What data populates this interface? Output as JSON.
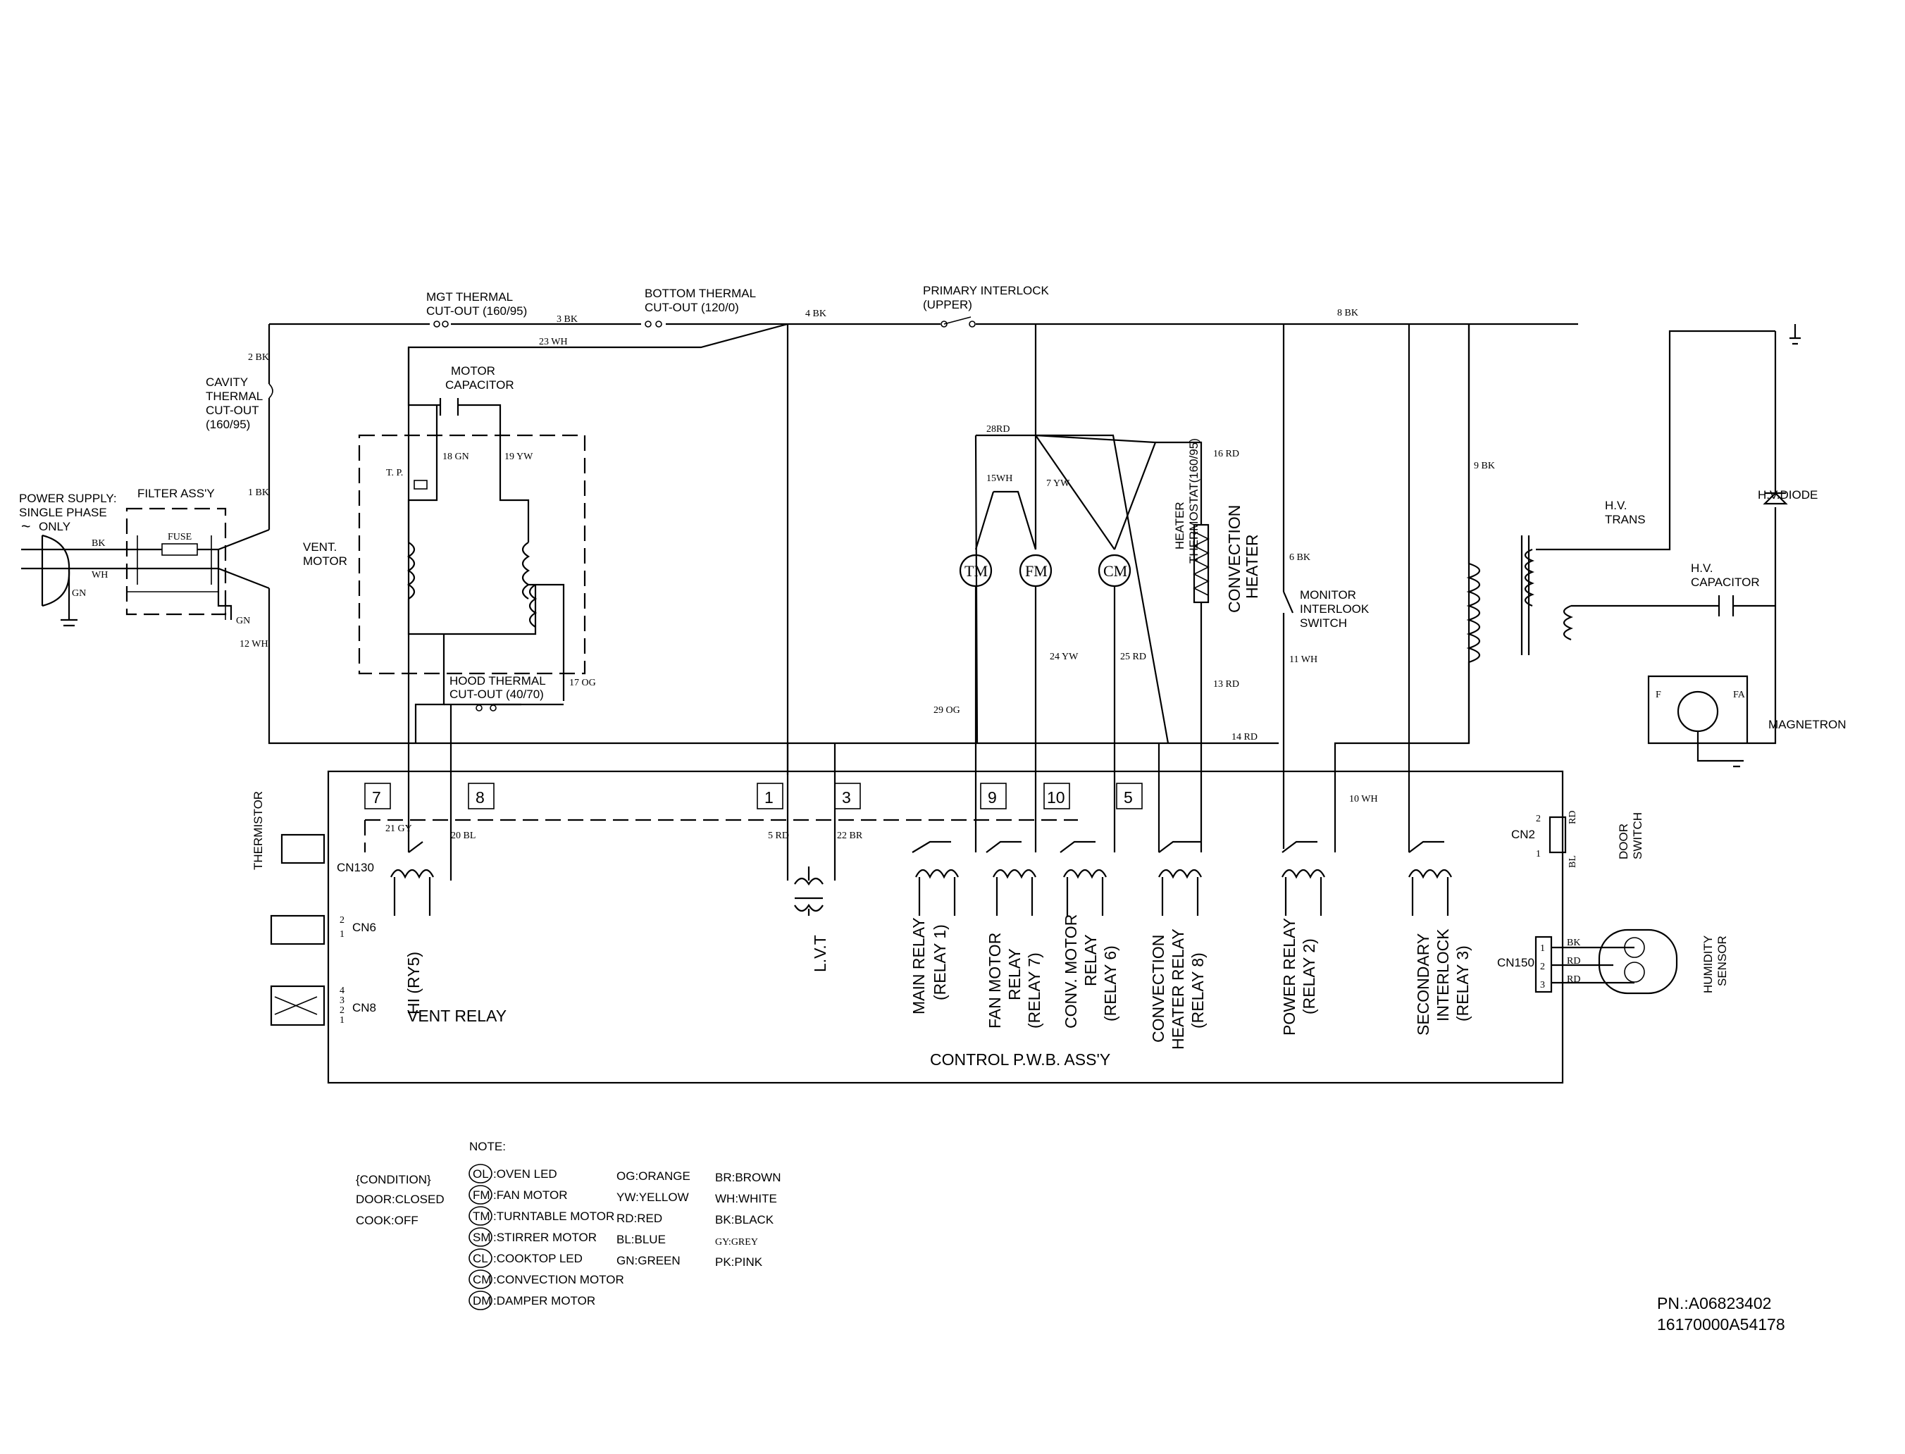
{
  "top_labels": {
    "mgt_thermal": [
      "MGT THERMAL",
      "CUT-OUT (160/95)"
    ],
    "bottom_thermal": [
      "BOTTOM THERMAL",
      "CUT-OUT (120/0)"
    ],
    "primary_interlock": [
      "PRIMARY INTERLOCK",
      "(UPPER)"
    ],
    "cavity_thermal": [
      "CAVITY",
      "THERMAL",
      "CUT-OUT",
      "(160/95)"
    ],
    "power_supply": [
      "POWER SUPPLY:",
      "SINGLE PHASE",
      "ONLY"
    ],
    "power_supply_symbol": "~",
    "filter": "FILTER ASS'Y",
    "fuse": "FUSE",
    "motor_capacitor": [
      "MOTOR",
      "CAPACITOR"
    ],
    "vent_motor": [
      "VENT.",
      "MOTOR"
    ],
    "tp": "T. P.",
    "hood_thermal": [
      "HOOD THERMAL",
      "CUT-OUT (40/70)"
    ],
    "convection_heater": [
      "CONVECTION",
      "HEATER"
    ],
    "heater_thermostat": [
      "HEATER",
      "THERMOSTAT(160/95)"
    ],
    "monitor_interlook": [
      "MONITOR",
      "INTERLOOK",
      "SWITCH"
    ],
    "hv_trans": [
      "H.V.",
      "TRANS"
    ],
    "hv_diode": "H.V.DIODE",
    "hv_capacitor": [
      "H.V.",
      "CAPACITOR"
    ],
    "magnetron": "MAGNETRON",
    "magnetron_f": "F",
    "magnetron_fa": "FA"
  },
  "motors": {
    "tm": "TM",
    "fm": "FM",
    "cm": "CM"
  },
  "wires": {
    "w2": "2  BK",
    "w1": "1  BK",
    "w3": "3  BK",
    "w23": "23  WH",
    "w4": "4  BK",
    "w8": "8  BK",
    "w18": "18  GN",
    "w19": "19  YW",
    "w28": "28RD",
    "w15": "15WH",
    "w7": "7  YW",
    "w16": "16  RD",
    "w9": "9  BK",
    "w6": "6  BK",
    "w11": "11  WH",
    "w12": "12  WH",
    "w17": "17  OG",
    "w29": "29  OG",
    "w24": "24  YW",
    "w25": "25  RD",
    "w13": "13  RD",
    "w14": "14  RD",
    "w10": "10  WH",
    "w21": "21  GY",
    "w20": "20  BL",
    "w5": "5  RD",
    "w22": "22  BR",
    "bk": "BK",
    "wh": "WH",
    "gn": "GN",
    "gn2": "GN"
  },
  "pwb": {
    "title": "CONTROL P.W.B. ASS'Y",
    "pins": [
      "7",
      "8",
      "1",
      "3",
      "9",
      "10",
      "5"
    ],
    "thermistor": "THERMISTOR",
    "cn130": "CN130",
    "cn6": "CN6",
    "cn8": "CN8",
    "cn2": "CN2",
    "cn150": "CN150",
    "door_switch": [
      "DOOR",
      "SWITCH"
    ],
    "cn2_pin_top": "2",
    "cn2_pin_bottom": "1",
    "cn2_rd": "RD",
    "cn2_bl": "BL",
    "cn150_pins": [
      "1",
      "2",
      "3"
    ],
    "cn150_wires": [
      "BK",
      "RD",
      "RD"
    ],
    "humidity": [
      "HUMIDITY",
      "SENSOR"
    ],
    "cn6_pins": [
      "2",
      "1"
    ],
    "cn8_pins": [
      "4",
      "3",
      "2",
      "1"
    ]
  },
  "relays": {
    "hi": "HI (RY5)",
    "vent_relay": "VENT RELAY",
    "lvt": "L.V.T",
    "main": [
      "MAIN RELAY",
      "(RELAY 1)"
    ],
    "fan": [
      "FAN MOTOR",
      "RELAY",
      "(RELAY 7)"
    ],
    "conv_motor": [
      "CONV. MOTOR",
      "RELAY",
      "(RELAY 6)"
    ],
    "conv_heater": [
      "CONVECTION",
      "HEATER RELAY",
      "(RELAY 8)"
    ],
    "power": [
      "POWER RELAY",
      "(RELAY 2)"
    ],
    "secondary": [
      "SECONDARY",
      "INTERLOCK",
      "(RELAY 3)"
    ]
  },
  "notes": {
    "note": "NOTE:",
    "condition": "{CONDITION}",
    "door": "DOOR:CLOSED",
    "cook": "COOK:OFF",
    "abbreviations": [
      {
        "code": "OL",
        "text": ":OVEN LED"
      },
      {
        "code": "FM",
        "text": ":FAN MOTOR"
      },
      {
        "code": "TM",
        "text": ":TURNTABLE MOTOR"
      },
      {
        "code": "SM",
        "text": ":STIRRER MOTOR"
      },
      {
        "code": "CL",
        "text": ":COOKTOP LED"
      },
      {
        "code": "CM",
        "text": ":CONVECTION MOTOR"
      },
      {
        "code": "DM",
        "text": ":DAMPER MOTOR"
      }
    ],
    "colors_col1": [
      "OG:ORANGE",
      "YW:YELLOW",
      "RD:RED",
      "BL:BLUE",
      "GN:GREEN"
    ],
    "colors_col2": [
      "BR:BROWN",
      "WH:WHITE",
      "BK:BLACK",
      "GY:GREY",
      "PK:PINK"
    ]
  },
  "part_numbers": [
    "PN.:A06823402",
    "16170000A54178"
  ]
}
